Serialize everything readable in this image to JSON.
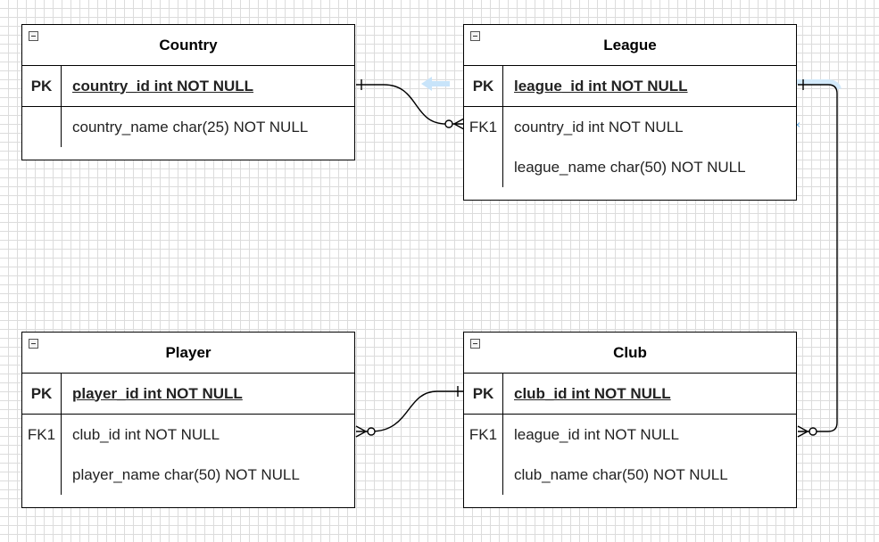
{
  "entities": {
    "country": {
      "title": "Country",
      "pk": {
        "key": "PK",
        "field": "country_id int NOT NULL"
      },
      "fields": [
        {
          "key": "",
          "field": "country_name char(25) NOT NULL"
        }
      ]
    },
    "league": {
      "title": "League",
      "pk": {
        "key": "PK",
        "field": "league_id int NOT NULL"
      },
      "fields": [
        {
          "key": "FK1",
          "field": "country_id int NOT NULL"
        },
        {
          "key": "",
          "field": "league_name char(50) NOT NULL"
        }
      ]
    },
    "player": {
      "title": "Player",
      "pk": {
        "key": "PK",
        "field": "player_id int NOT NULL"
      },
      "fields": [
        {
          "key": "FK1",
          "field": "club_id int NOT NULL"
        },
        {
          "key": "",
          "field": "player_name char(50) NOT NULL"
        }
      ]
    },
    "club": {
      "title": "Club",
      "pk": {
        "key": "PK",
        "field": "club_id int NOT NULL"
      },
      "fields": [
        {
          "key": "FK1",
          "field": "league_id int NOT NULL"
        },
        {
          "key": "",
          "field": "club_name char(50) NOT NULL"
        }
      ]
    }
  },
  "relationships": [
    {
      "from": "Country.country_id",
      "to": "League.country_id",
      "one_end": "one (bar)",
      "many_end": "zero-or-many (crow's foot)"
    },
    {
      "from": "League.league_id",
      "to": "Club.league_id",
      "one_end": "one (bar)",
      "many_end": "zero-or-many (crow's foot)"
    },
    {
      "from": "Club.club_id",
      "to": "Player.club_id",
      "one_end": "one (bar)",
      "many_end": "zero-or-many (crow's foot)"
    }
  ],
  "colors": {
    "line": "#000000",
    "grid": "#dcdcdc",
    "highlight": "#9ed0f5"
  },
  "icons": {
    "collapse": "minus-box-icon"
  }
}
